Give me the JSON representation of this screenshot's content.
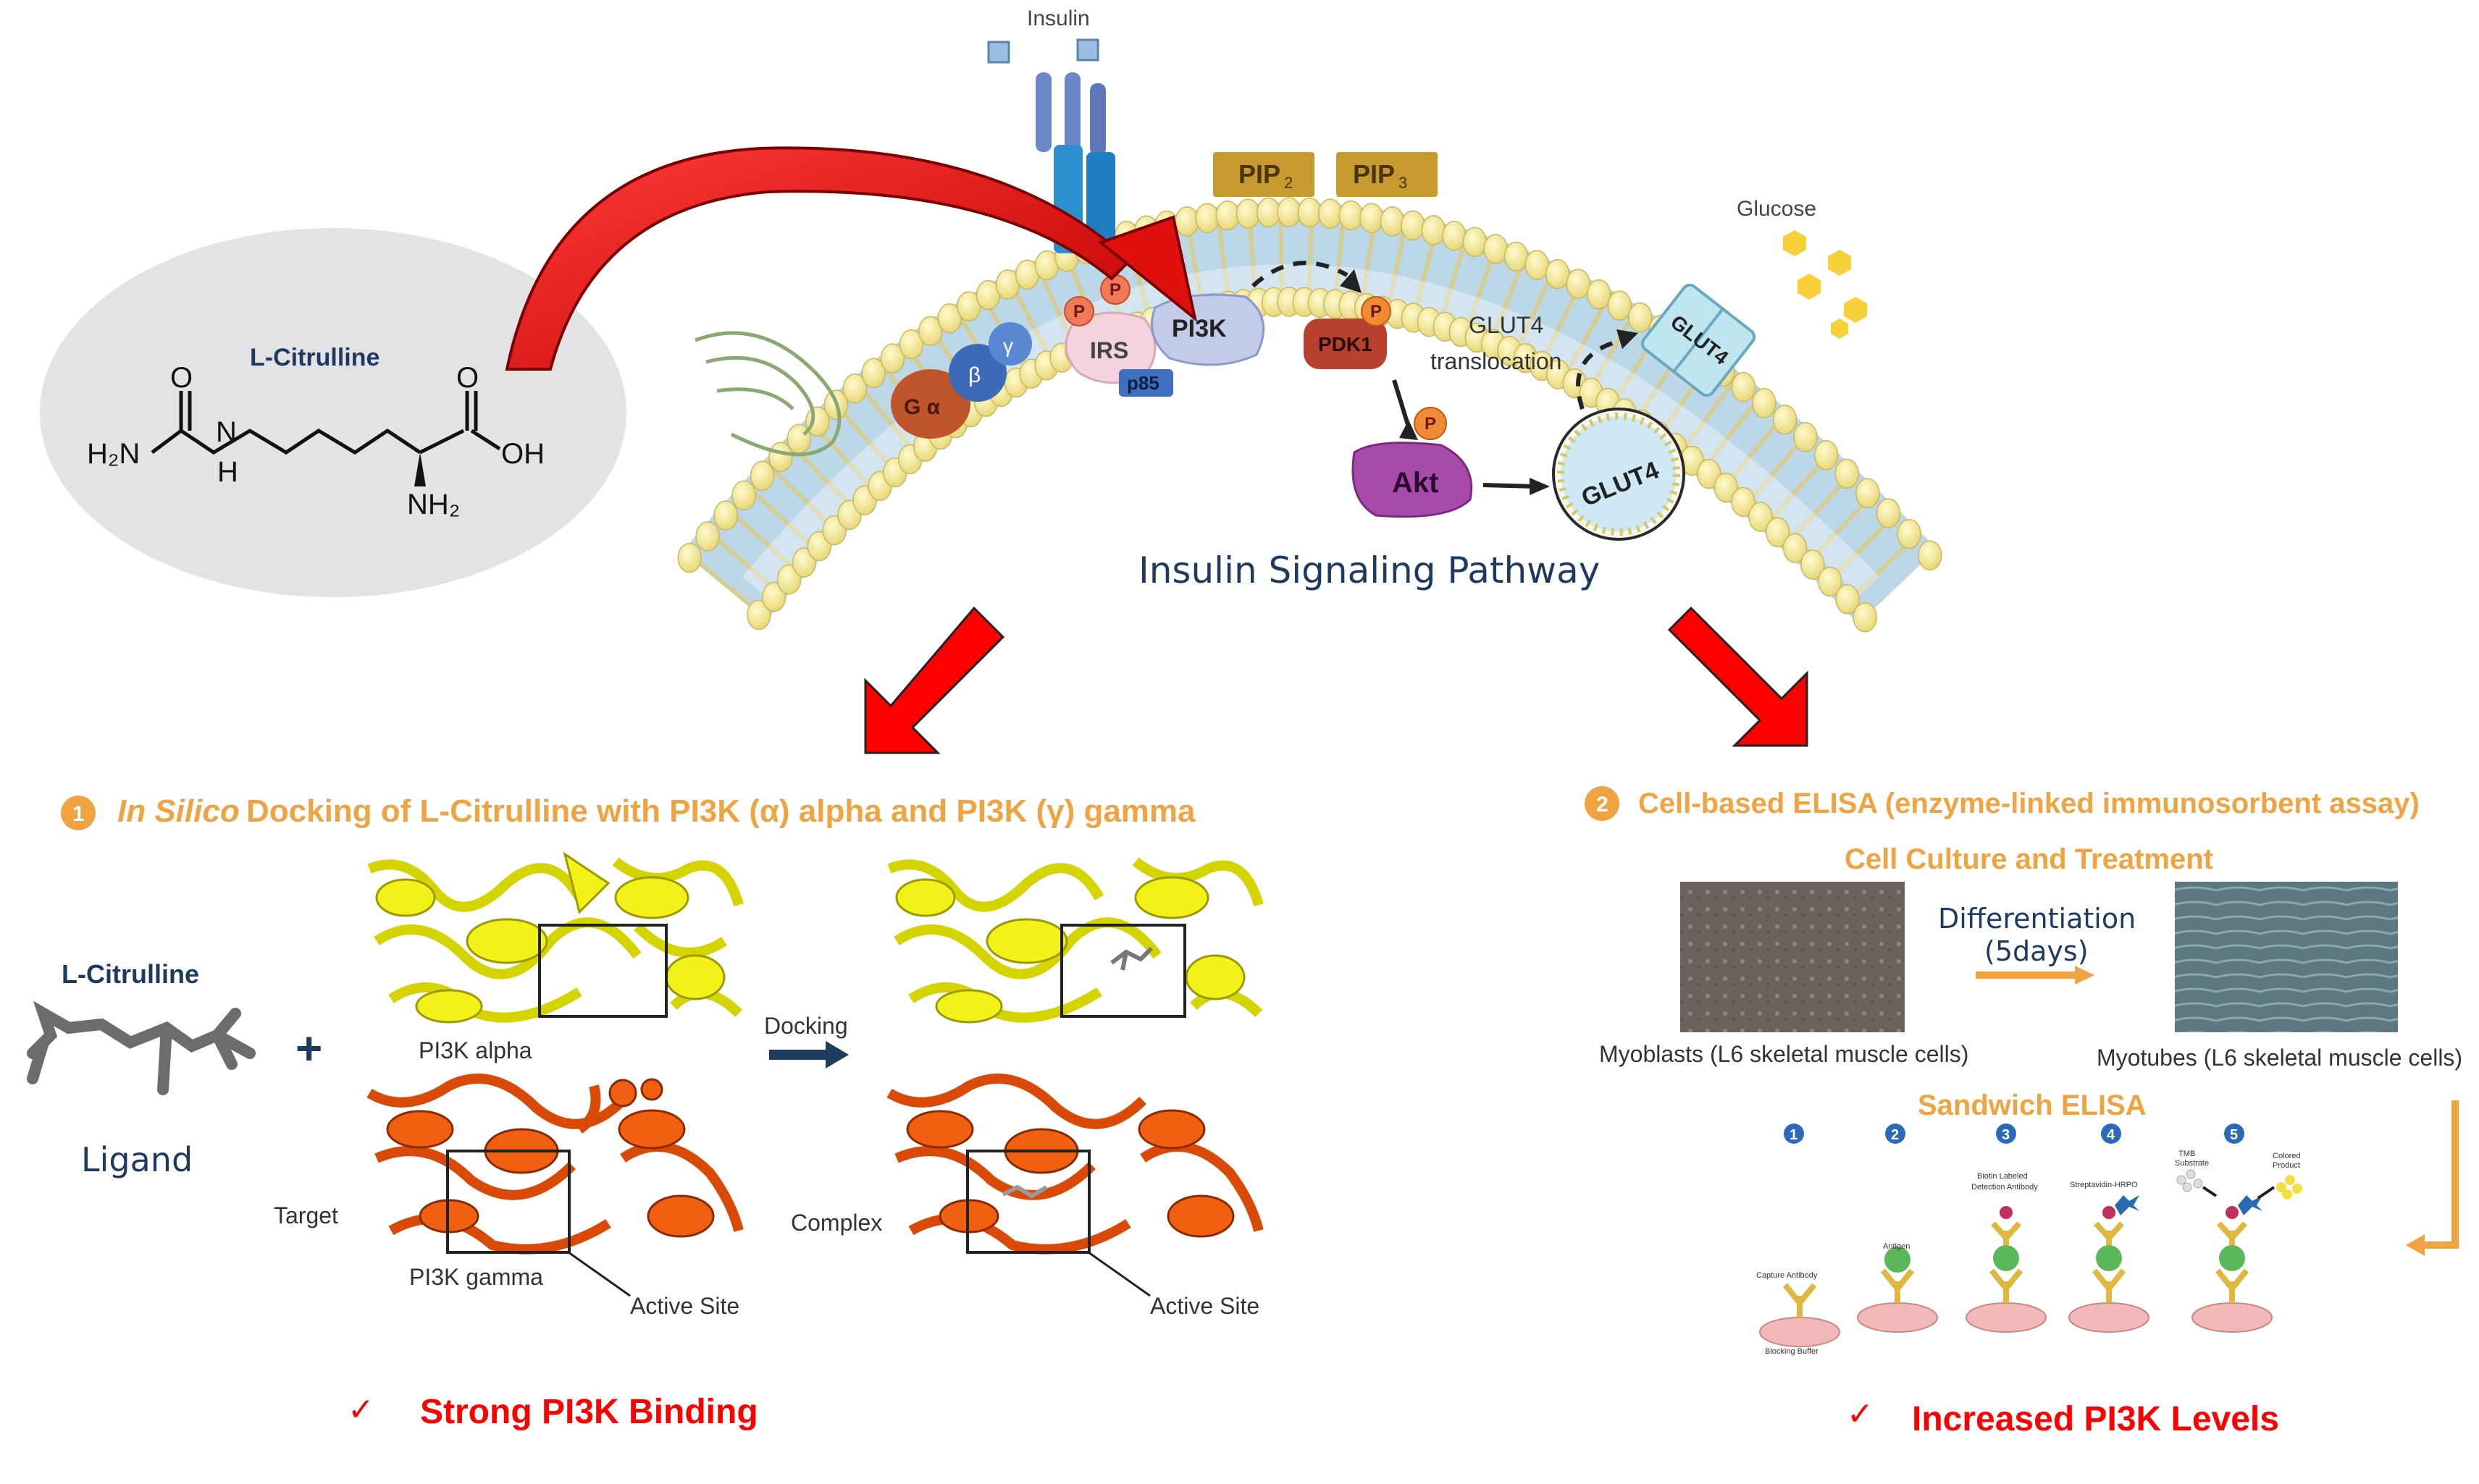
{
  "membrane": {
    "insulin_label": "Insulin",
    "glucose_label": "Glucose",
    "pip2": "PIP",
    "pip2_sub": "2",
    "pip3": "PIP",
    "pip3_sub": "3",
    "pi3k": "PI3K",
    "irs": "IRS",
    "p85": "p85",
    "pdk1": "PDK1",
    "akt": "Akt",
    "glut4_membrane": "GLUT4",
    "glut4_vesicle": "GLUT4",
    "glut4_translocation_1": "GLUT4",
    "glut4_translocation_2": "translocation",
    "phospho": "P",
    "g_alpha": "G α",
    "g_beta": "β",
    "g_gamma": "γ",
    "pathway_title": "Insulin Signaling Pathway"
  },
  "molecule": {
    "name": "L-Citrulline",
    "h2n": "H₂N",
    "nh": "H",
    "n": "N",
    "o1": "O",
    "o2": "O",
    "oh": "OH",
    "nh2": "NH₂"
  },
  "section1": {
    "number": "1",
    "title_italic": "In Silico",
    "title_rest": " Docking of L-Citrulline with PI3K (α) alpha and PI3K (γ) gamma",
    "ligand_name": "L-Citrulline",
    "ligand_label": "Ligand",
    "plus": "+",
    "pi3k_alpha": "PI3K alpha",
    "pi3k_gamma": "PI3K gamma",
    "target": "Target",
    "docking": "Docking",
    "complex": "Complex",
    "active_site_1": "Active Site",
    "active_site_2": "Active Site",
    "result_check": "✓",
    "result": "Strong PI3K Binding"
  },
  "section2": {
    "number": "2",
    "title": "Cell-based ELISA (enzyme-linked immunosorbent assay)",
    "culture_title": "Cell Culture and Treatment",
    "differentiation": "Differentiation",
    "days": "(5days)",
    "myoblasts": "Myoblasts (L6 skeletal muscle cells)",
    "myotubes": "Myotubes (L6 skeletal muscle cells)",
    "elisa_title": "Sandwich ELISA",
    "steps": [
      "1",
      "2",
      "3",
      "4",
      "5"
    ],
    "capture_antibody": "Capture Antibody",
    "blocking_buffer": "Blocking Buffer",
    "antigen": "Antigen",
    "biotin_1": "Biotin Labeled",
    "biotin_2": "Detection Antibody",
    "streptavidin": "Streptavidin-HRPO",
    "tmb_1": "TMB",
    "tmb_2": "Substrate",
    "colored_1": "Colored",
    "colored_2": "Product",
    "result_check": "✓",
    "result": "Increased PI3K Levels"
  },
  "colors": {
    "orange": "#f0a441",
    "red": "#ff0000",
    "navy": "#1f3a5f",
    "arrow_red": "#e01010",
    "yellow_protein": "#f2f21a",
    "orange_protein": "#e8560c"
  }
}
